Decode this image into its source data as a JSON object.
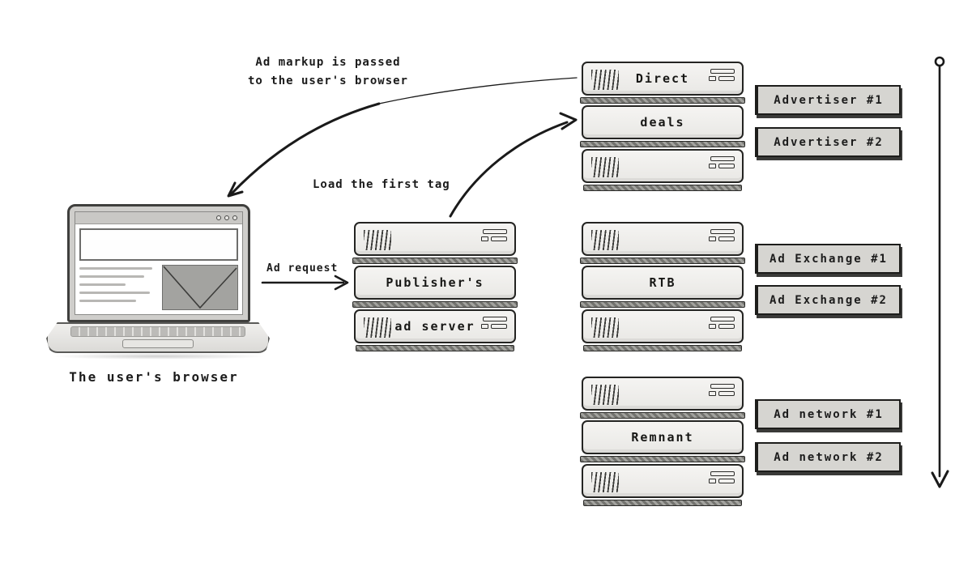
{
  "annotations": {
    "ad_markup_line1": "Ad markup is passed",
    "ad_markup_line2": "to the user's browser",
    "load_first_tag": "Load the first tag",
    "ad_request": "Ad request",
    "browser_caption": "The user's browser"
  },
  "stacks": {
    "publisher": {
      "middle": "Publisher's",
      "bottom": "ad server"
    },
    "direct": {
      "top": "Direct",
      "middle": "deals"
    },
    "rtb": {
      "middle": "RTB"
    },
    "remnant": {
      "middle": "Remnant"
    }
  },
  "partners": {
    "advertiser1": "Advertiser #1",
    "advertiser2": "Advertiser #2",
    "exchange1": "Ad Exchange #1",
    "exchange2": "Ad Exchange #2",
    "network1": "Ad network #1",
    "network2": "Ad network #2"
  },
  "colors": {
    "ink": "#1c1c1c",
    "server_fill": "#efeeec",
    "separator_band": "#8a8a86",
    "partner_plate_fill": "#d6d5d1",
    "ad_placeholder_fill": "#a3a3a0",
    "background": "#ffffff"
  }
}
